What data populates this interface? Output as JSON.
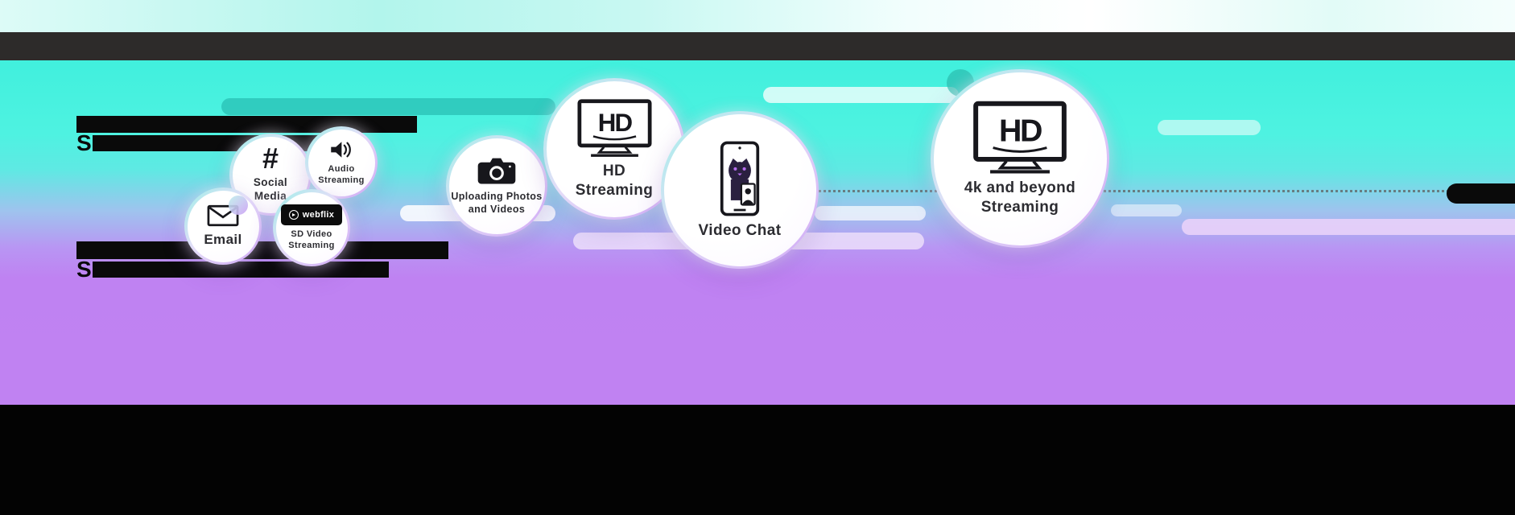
{
  "infographic": {
    "headings": [
      {
        "visible_prefix": "S"
      },
      {
        "visible_prefix": "S"
      }
    ],
    "bubbles": [
      {
        "label": "Email",
        "icon": "envelope-icon"
      },
      {
        "label": "Social Media",
        "icon": "hashtag-icon",
        "glyph": "#"
      },
      {
        "label": "Audio Streaming",
        "icon": "speaker-icon"
      },
      {
        "label": "SD Video Streaming",
        "icon": "webflix-play-logo",
        "logo_text": "webflix"
      },
      {
        "label": "Uploading Photos and Videos",
        "icon": "camera-icon"
      },
      {
        "label": "HD Streaming",
        "icon": "hd-tv-icon",
        "screen_text": "HD"
      },
      {
        "label": "Video Chat",
        "icon": "video-call-phone-icon"
      },
      {
        "label": "4k and beyond Streaming",
        "icon": "hd-tv-icon",
        "screen_text": "HD"
      }
    ],
    "colors": {
      "cyan": "#45F1DF",
      "purple": "#C07EF2",
      "teal_pill": "#2FC9BD",
      "top_bar": "#2D2B2A",
      "bottom_bar": "#000000"
    }
  }
}
